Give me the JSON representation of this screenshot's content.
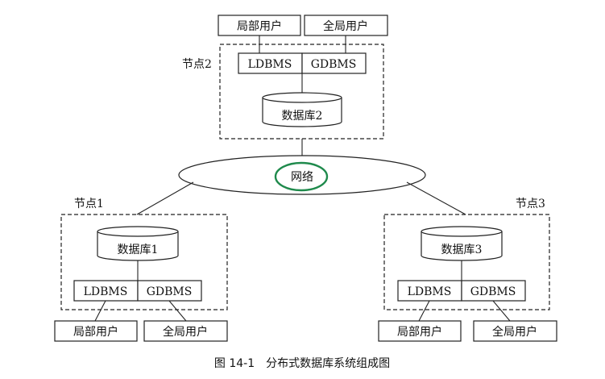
{
  "top_clipped_text": "...",
  "node2": {
    "label": "节点2",
    "local_user": "局部用户",
    "global_user": "全局用户",
    "ldbms": "LDBMS",
    "gdbms": "GDBMS",
    "database": "数据库2"
  },
  "network": {
    "label": "网络",
    "highlight_color": "#1f8a4c"
  },
  "node1": {
    "label": "节点1",
    "database": "数据库1",
    "ldbms": "LDBMS",
    "gdbms": "GDBMS",
    "local_user": "局部用户",
    "global_user": "全局用户"
  },
  "node3": {
    "label": "节点3",
    "database": "数据库3",
    "ldbms": "LDBMS",
    "gdbms": "GDBMS",
    "local_user": "局部用户",
    "global_user": "全局用户"
  },
  "caption": "图 14-1　分布式数据库系统组成图"
}
